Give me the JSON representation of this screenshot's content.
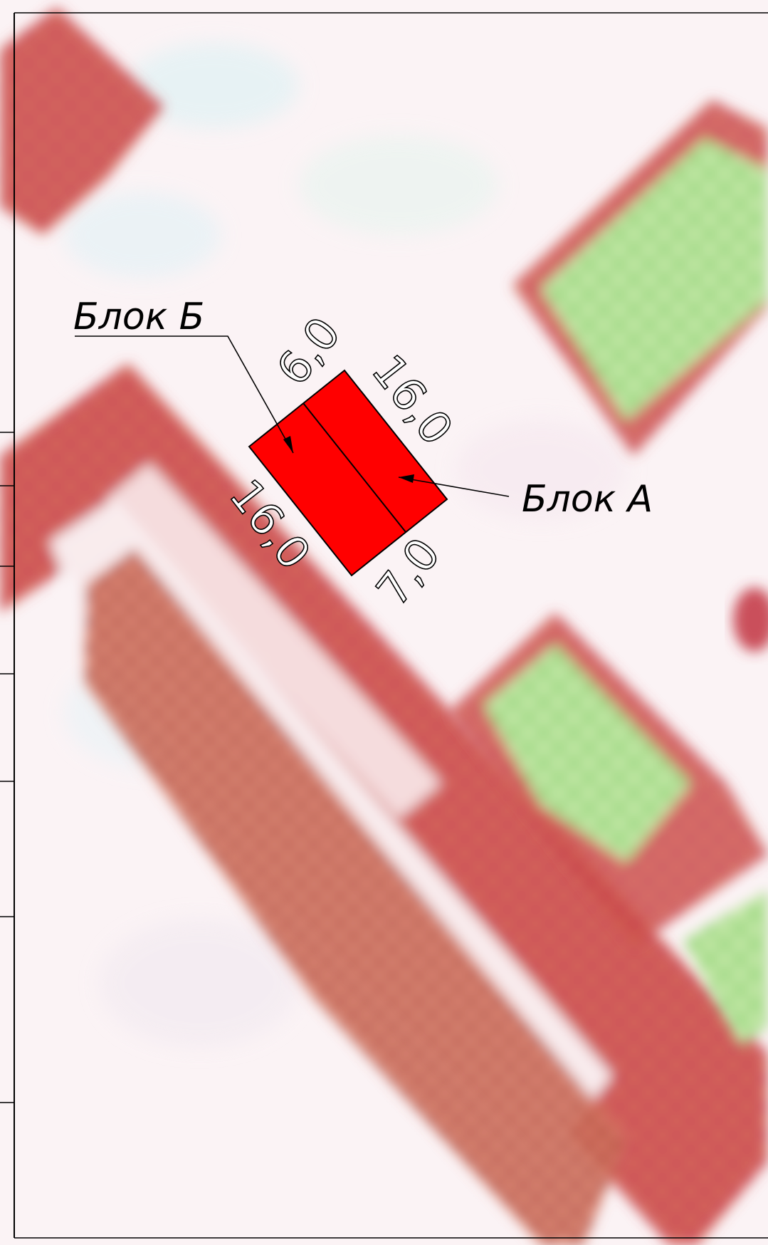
{
  "labels": {
    "block_b": "Блок Б",
    "block_a": "Блок А"
  },
  "dimensions": {
    "top_short": "6,0",
    "top_long": "16,0",
    "bottom_long": "16,0",
    "bottom_short": "7,0"
  },
  "colors": {
    "building_fill": "#ff0000",
    "road": "#c8504a",
    "park": "#a8e08a",
    "background": "#fbf4f6"
  }
}
